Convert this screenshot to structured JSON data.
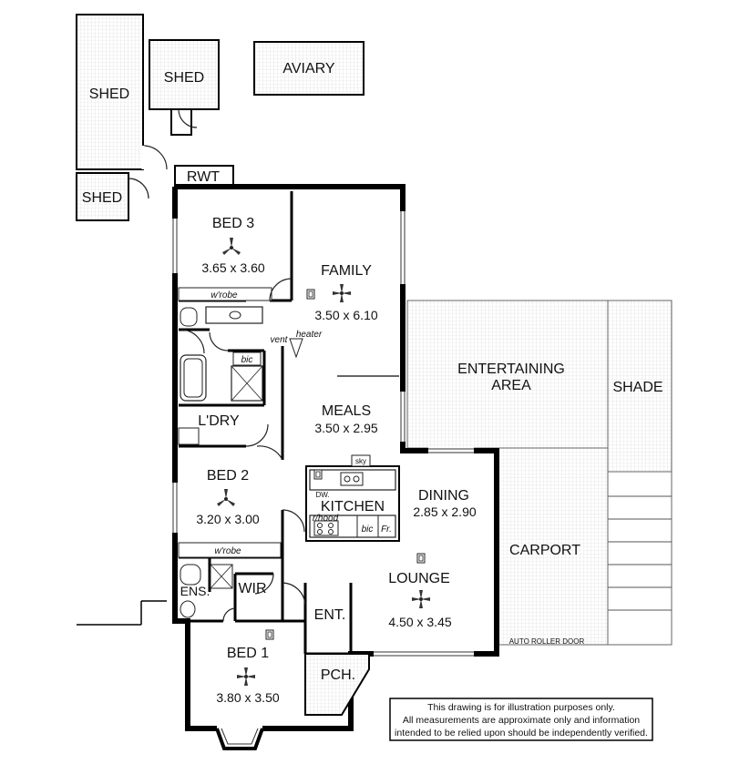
{
  "rooms": {
    "shed_large": "SHED",
    "shed_mid": "SHED",
    "shed_small": "SHED",
    "aviary": "AVIARY",
    "rwt": "RWT",
    "bed3": {
      "name": "BED 3",
      "dims": "3.65 x 3.60"
    },
    "family": {
      "name": "FAMILY",
      "dims": "3.50 x 6.10"
    },
    "meals": {
      "name": "MEALS",
      "dims": "3.50 x 2.95"
    },
    "laundry": "L'DRY",
    "bed2": {
      "name": "BED 2",
      "dims": "3.20 x 3.00"
    },
    "kitchen": "KITCHEN",
    "dining": {
      "name": "DINING",
      "dims": "2.85 x 2.90"
    },
    "lounge": {
      "name": "LOUNGE",
      "dims": "4.50 x 3.45"
    },
    "ensuite": "ENS.",
    "wir": "WIR",
    "entry": "ENT.",
    "bed1": {
      "name": "BED 1",
      "dims": "3.80 x 3.50"
    },
    "porch": "PCH.",
    "entertaining_area": [
      "ENTERTAINING",
      "AREA"
    ],
    "shade": "SHADE",
    "carport": "CARPORT"
  },
  "fixtures": {
    "wrobe_bed3": "w'robe",
    "wrobe_bed2": "w'robe",
    "bic_bath": "bic",
    "vent": "vent",
    "heater": "heater",
    "sky": "sky",
    "dw": "DW.",
    "rhood": "r/hood",
    "bic_kitchen": "bic",
    "fridge": "Fr.",
    "auto_roller_door": "AUTO ROLLER DOOR"
  },
  "disclaimer": [
    "This drawing is for illustration purposes only.",
    "All measurements are approximate only and information",
    "intended to be relied upon should be independently verified."
  ]
}
